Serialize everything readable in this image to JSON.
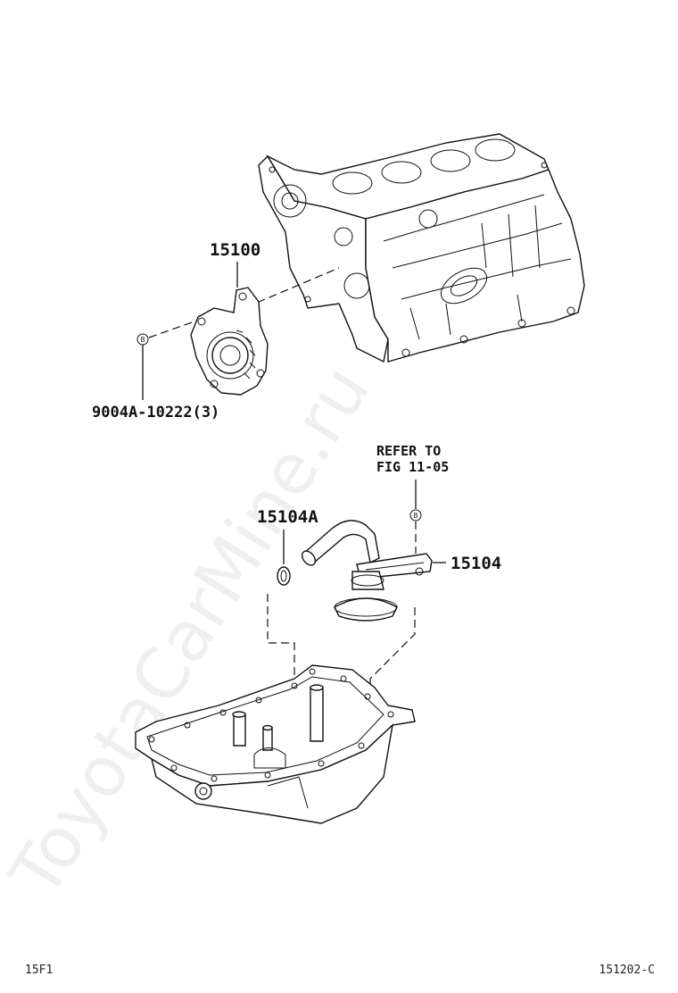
{
  "labels": {
    "pump": "15100",
    "bolt": "9004A-10222(3)",
    "refer_line1": "REFER TO",
    "refer_line2": "FIG 11-05",
    "oring": "15104A",
    "strainer": "15104"
  },
  "callout_marker": "B",
  "footer": {
    "left_code": "15F1",
    "right_code": "151202-C"
  },
  "watermark": "ToyotaCarMine.ru"
}
